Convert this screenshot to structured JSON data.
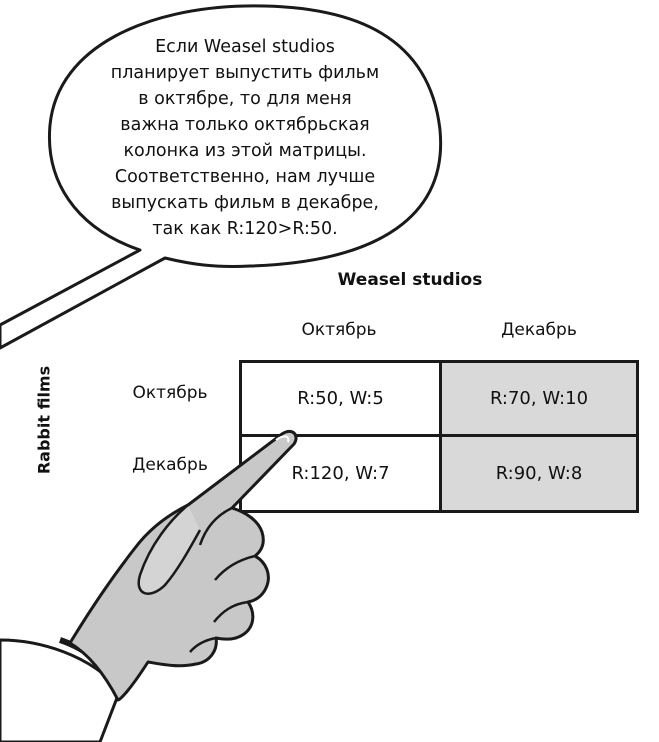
{
  "speech_bubble": {
    "lines": [
      "Если Weasel studios",
      "планирует выпустить фильм",
      "в октябре, то для меня",
      "важна только октябрьская",
      "колонка из этой матрицы.",
      "Соответственно, нам лучше",
      "выпускать фильм в декабре,",
      "так как R:120>R:50."
    ]
  },
  "matrix": {
    "column_player": "Weasel studios",
    "row_player": "Rabbit films",
    "column_headers": [
      "Октябрь",
      "Декабрь"
    ],
    "row_headers": [
      "Октябрь",
      "Декабрь"
    ],
    "cells": [
      [
        "R:50, W:5",
        "R:70, W:10"
      ],
      [
        "R:120, W:7",
        "R:90, W:8"
      ]
    ],
    "shaded_color": "#d9d9d9"
  },
  "illustration": {
    "icon": "pointing-hand-icon"
  }
}
